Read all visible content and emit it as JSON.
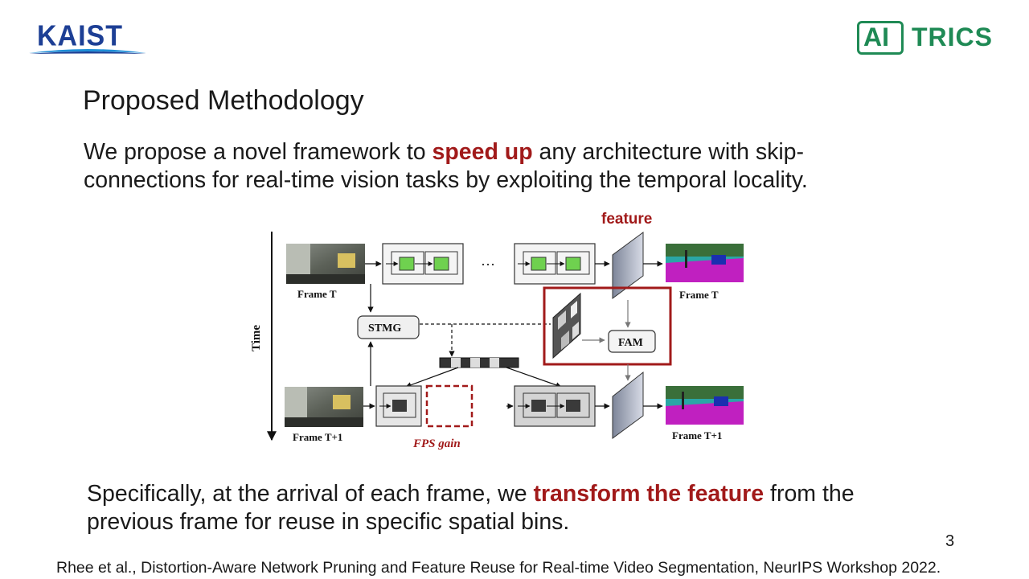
{
  "logos": {
    "left": {
      "text": "KAIST",
      "color": "#1d3f95"
    },
    "right": {
      "boxed_text": "AI",
      "text": "TRICS",
      "color": "#1f8a55"
    }
  },
  "slide": {
    "title": "Proposed Methodology",
    "para1": {
      "line1_before": "We propose a novel framework to ",
      "line1_highlight": "speed up",
      "line1_after": " any architecture with skip-",
      "line2": "connections for real-time vision tasks by exploiting the temporal locality."
    },
    "para2": {
      "line1_before": "Specifically, at the arrival of each frame, we ",
      "line1_highlight": "transform the feature",
      "line1_after": " from the",
      "line2": "previous frame for reuse in specific spatial bins."
    },
    "page_number": "3",
    "citation": "Rhee et al., Distortion-Aware Network Pruning and Feature Reuse for Real-time Video Segmentation, NeurIPS Workshop 2022."
  },
  "diagram": {
    "feature_label": "feature",
    "time_label": "Time",
    "frame_t_label": "Frame T",
    "frame_t1_label": "Frame T+1",
    "out_t_label": "Frame T",
    "out_t1_label": "Frame T+1",
    "stmg_label": "STMG",
    "fam_label": "FAM",
    "fps_gain_label": "FPS gain",
    "ellipsis": "···",
    "highlight_color": "#a11a1a",
    "block_green": "#6fd14f",
    "block_dark": "#3a3a3a",
    "segmentation_colors": [
      "#c020c0",
      "#1a2fb0",
      "#3a8a3a",
      "#2aa6a6"
    ]
  }
}
